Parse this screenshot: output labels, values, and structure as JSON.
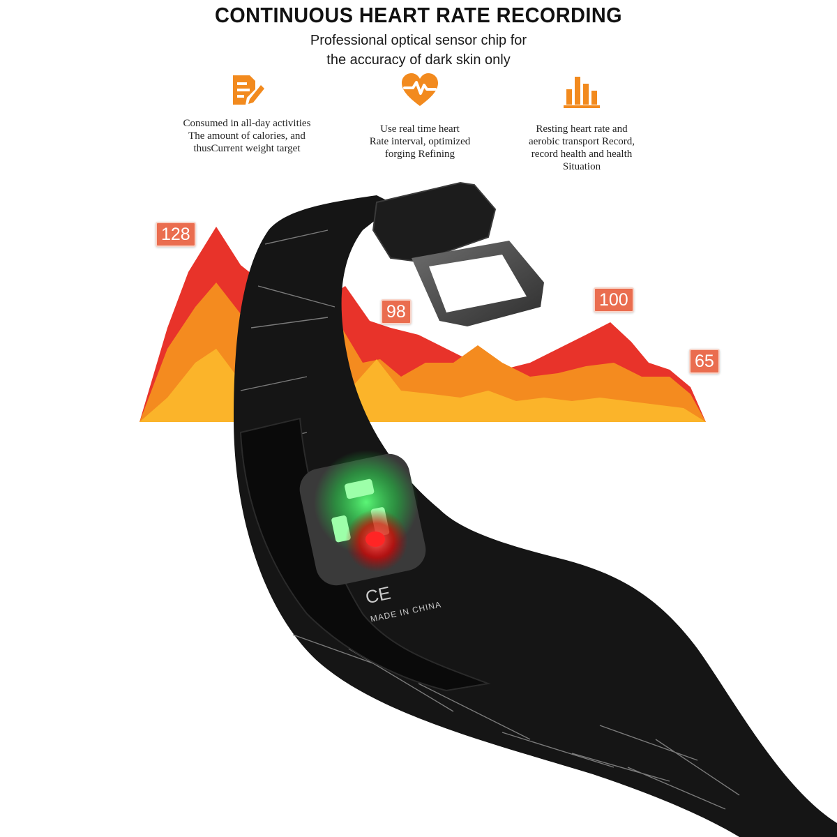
{
  "header": {
    "title": "CONTINUOUS HEART RATE RECORDING",
    "subtitle_line1": "Professional optical sensor chip for",
    "subtitle_line2": "the accuracy of dark skin only"
  },
  "features": [
    {
      "icon": "document-edit-icon",
      "lines": [
        "Consumed in all-day activities",
        "The amount of calories, and",
        "thusCurrent weight target"
      ]
    },
    {
      "icon": "heart-pulse-icon",
      "lines": [
        "Use real time heart",
        "Rate interval, optimized",
        "forging Refining"
      ]
    },
    {
      "icon": "bar-chart-icon",
      "lines": [
        "Resting heart rate and",
        "aerobic transport Record,",
        "record health and health",
        "Situation"
      ]
    }
  ],
  "heart_rate_tags": [
    "128",
    "98",
    "100",
    "65"
  ],
  "device_markings": {
    "ce": "CE",
    "made_in": "MADE IN CHINA"
  },
  "colors": {
    "accent": "#f28a1e",
    "tag": "#ea6d4f",
    "wave_red": "#e8332a",
    "wave_orange": "#f48b1f",
    "wave_yellow": "#fbb42a",
    "band": "#151515",
    "led_green": "#22e04a",
    "led_red": "#ff1a1a"
  }
}
